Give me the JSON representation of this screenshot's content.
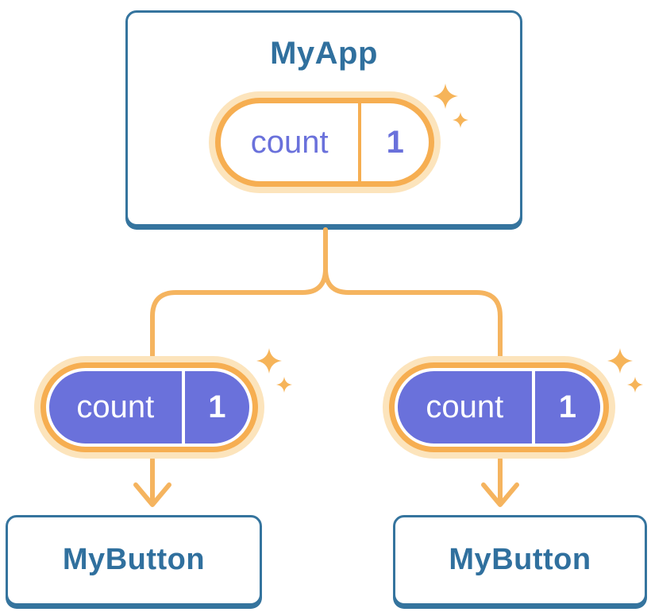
{
  "colors": {
    "blue-border": "#35749E",
    "title-text": "#30709E",
    "orange-ring": "#F6AE51",
    "orange-line": "#F5B45F",
    "pale-orange": "#FCE4BC",
    "purple-fill": "#6A71DB",
    "sparkle": "#F6B459"
  },
  "icons": {
    "sparkle": "sparkle-icon"
  },
  "diagram": {
    "root": {
      "title": "MyApp",
      "state": {
        "name": "count",
        "value": "1"
      }
    },
    "children": [
      {
        "title": "MyButton",
        "state": {
          "name": "count",
          "value": "1"
        }
      },
      {
        "title": "MyButton",
        "state": {
          "name": "count",
          "value": "1"
        }
      }
    ]
  }
}
